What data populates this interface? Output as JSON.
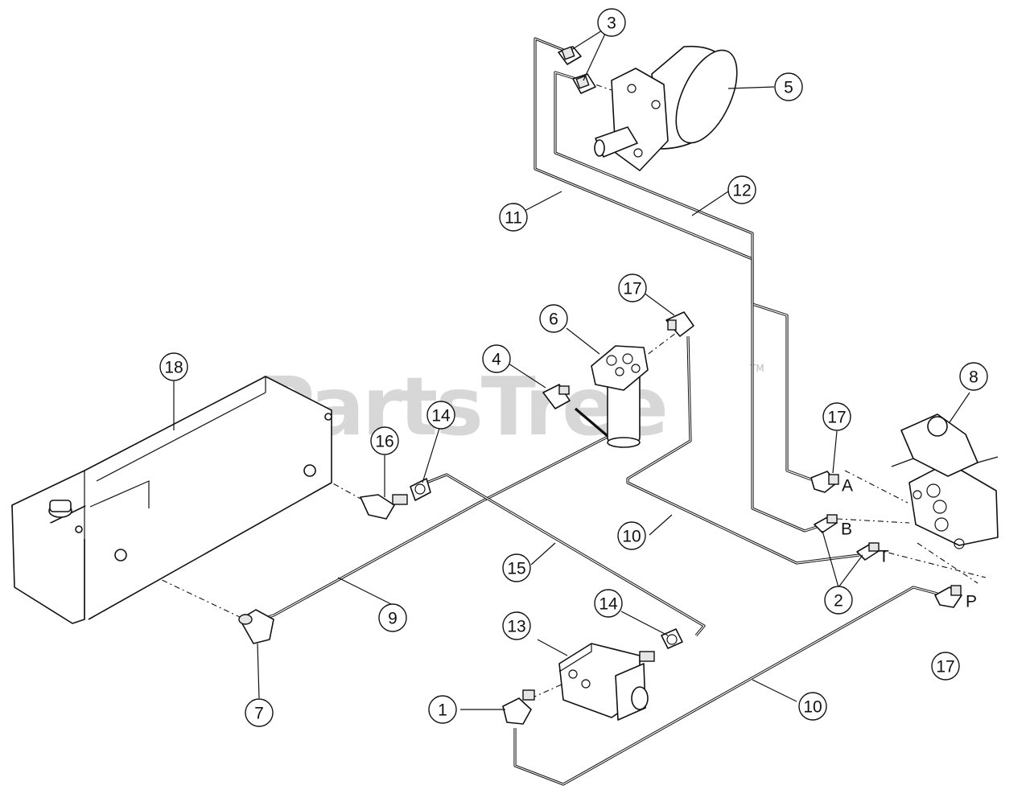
{
  "watermark": {
    "text": "PartsTree",
    "tm": "TM"
  },
  "callouts": [
    {
      "id": "c3",
      "label": "3"
    },
    {
      "id": "c5",
      "label": "5"
    },
    {
      "id": "c11",
      "label": "11"
    },
    {
      "id": "c12",
      "label": "12"
    },
    {
      "id": "c17a",
      "label": "17"
    },
    {
      "id": "c6",
      "label": "6"
    },
    {
      "id": "c4",
      "label": "4"
    },
    {
      "id": "c18",
      "label": "18"
    },
    {
      "id": "c14a",
      "label": "14"
    },
    {
      "id": "c16",
      "label": "16"
    },
    {
      "id": "c8",
      "label": "8"
    },
    {
      "id": "c17b",
      "label": "17"
    },
    {
      "id": "c10a",
      "label": "10"
    },
    {
      "id": "c15",
      "label": "15"
    },
    {
      "id": "c9",
      "label": "9"
    },
    {
      "id": "c2",
      "label": "2"
    },
    {
      "id": "c14b",
      "label": "14"
    },
    {
      "id": "c13",
      "label": "13"
    },
    {
      "id": "c17c",
      "label": "17"
    },
    {
      "id": "c1",
      "label": "1"
    },
    {
      "id": "c7",
      "label": "7"
    },
    {
      "id": "c10b",
      "label": "10"
    }
  ],
  "ports": [
    {
      "id": "A",
      "label": "A"
    },
    {
      "id": "B",
      "label": "B"
    },
    {
      "id": "T",
      "label": "T"
    },
    {
      "id": "P",
      "label": "P"
    }
  ]
}
